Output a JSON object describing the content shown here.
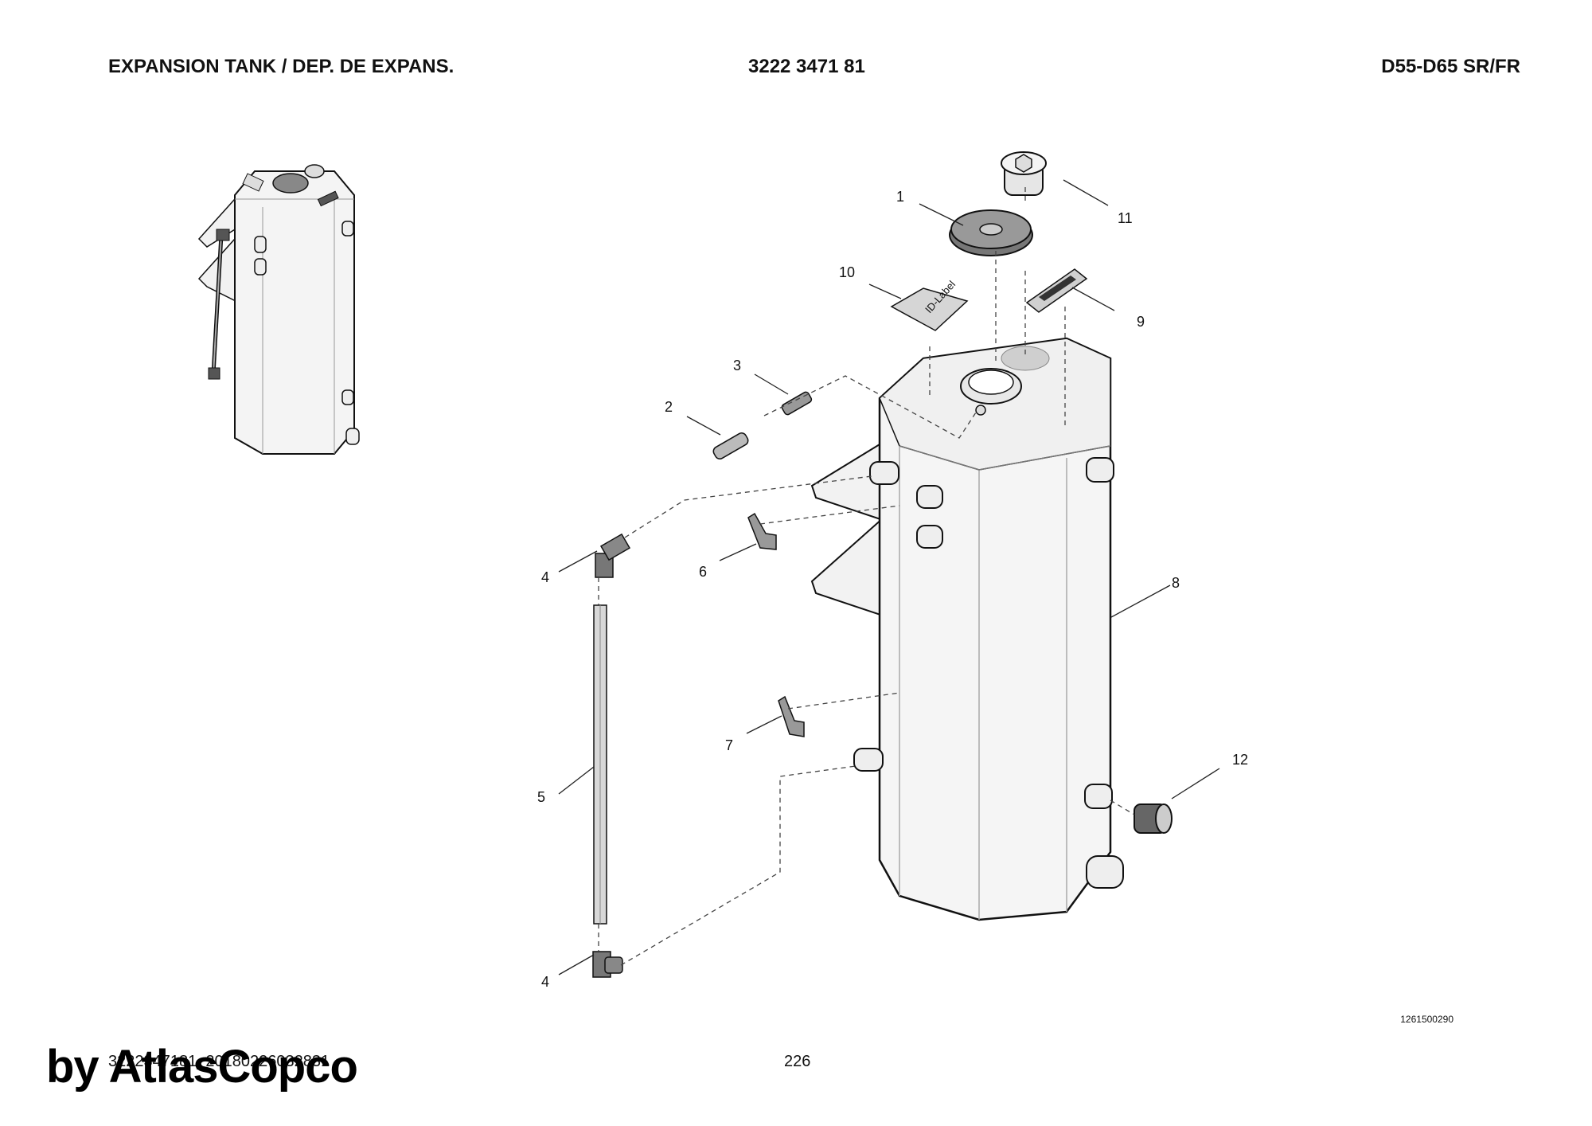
{
  "header": {
    "title": "EXPANSION TANK / DEP. DE EXPANS.",
    "part_number": "3222 3471 81",
    "model": "D55-D65 SR/FR"
  },
  "footer": {
    "doc_id": "3222347181_20180226032831",
    "page": "226",
    "drawing_number": "1261500290",
    "watermark": "by AtlasCopco"
  },
  "callouts": [
    "1",
    "2",
    "3",
    "4",
    "4",
    "5",
    "6",
    "7",
    "8",
    "9",
    "10",
    "11",
    "12"
  ],
  "labels": {
    "id_label": "ID-Label"
  }
}
